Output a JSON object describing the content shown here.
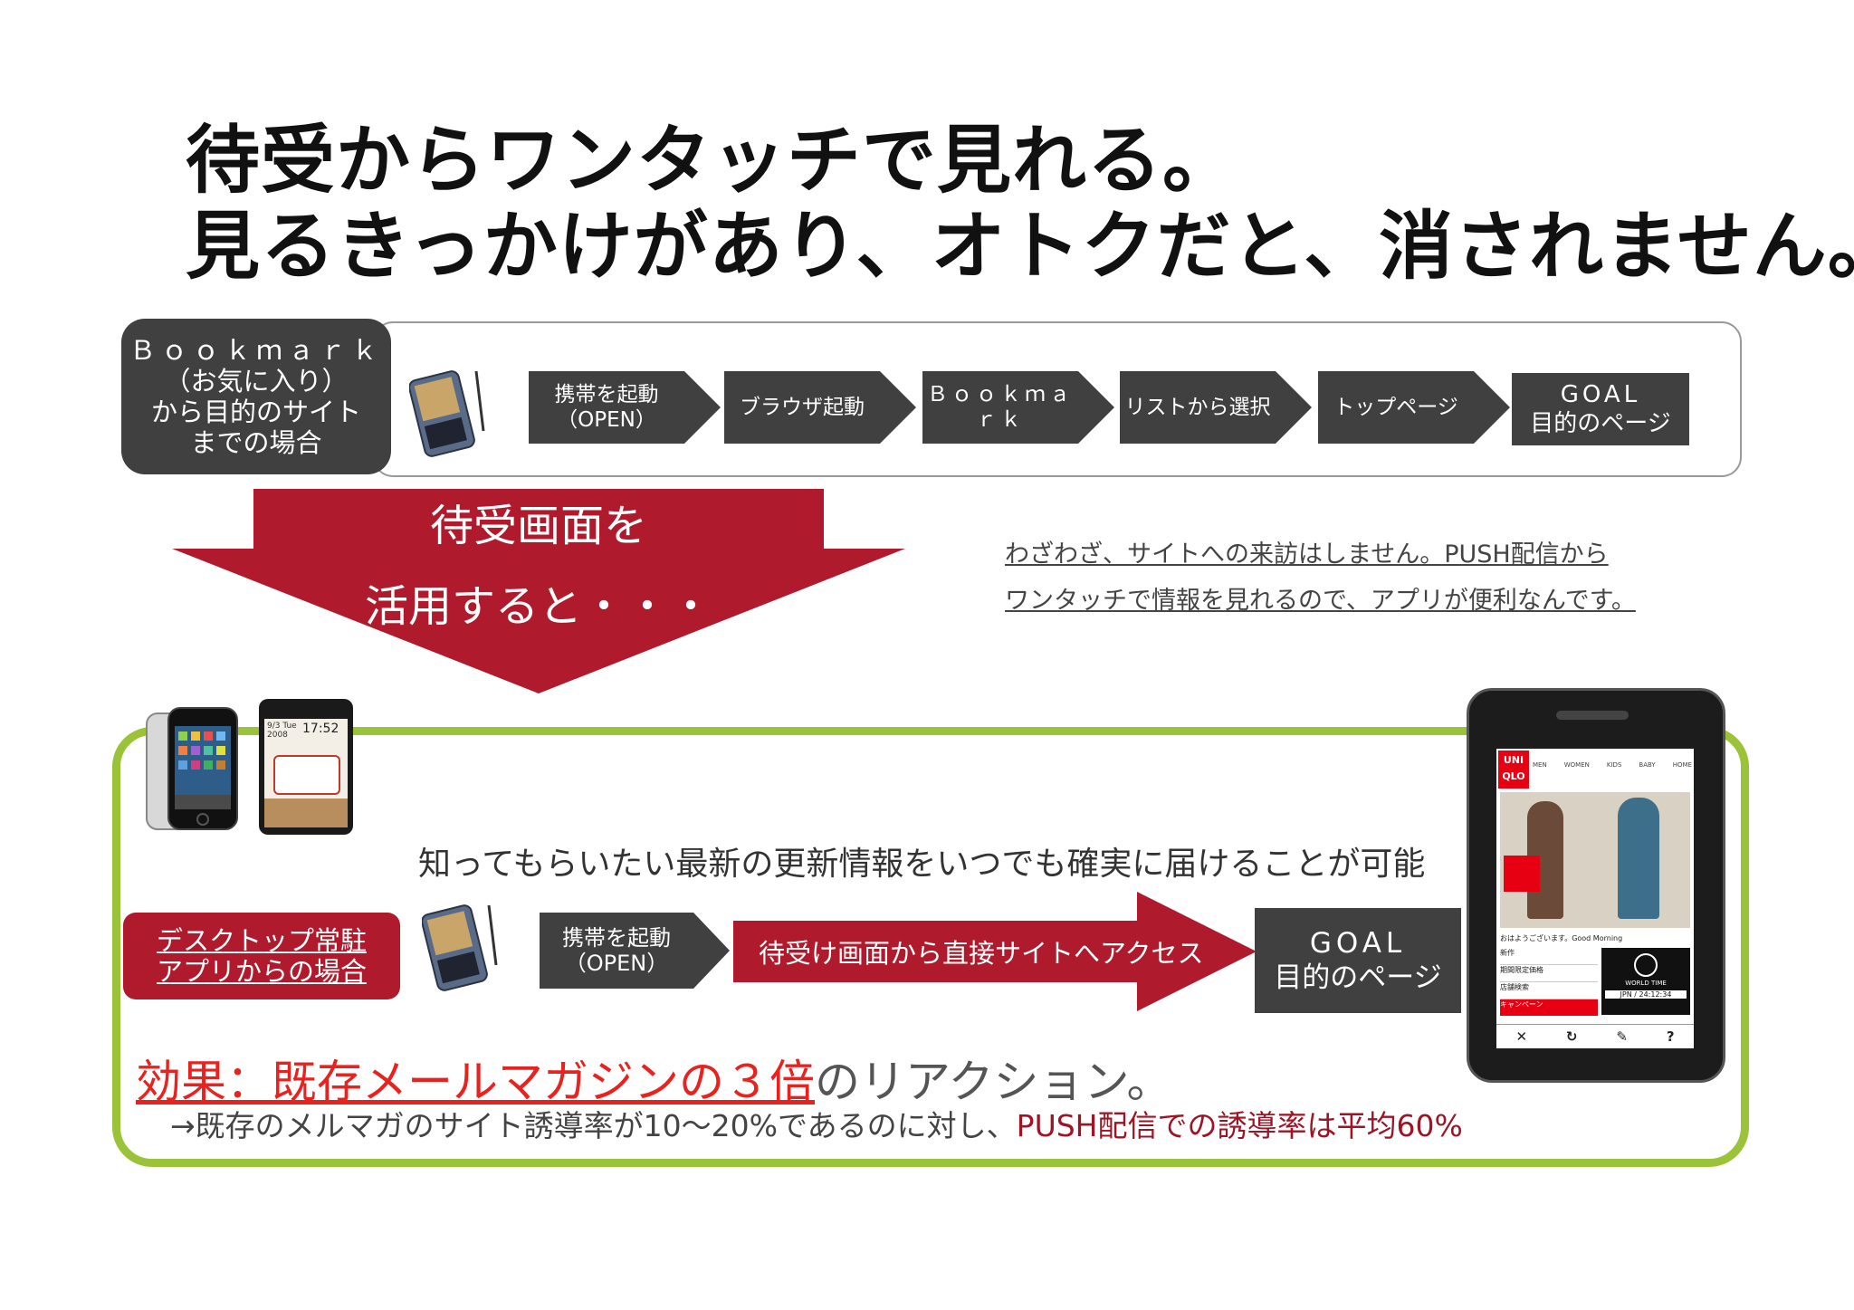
{
  "title": {
    "line1": "待受からワンタッチで見れる。",
    "line2": "見るきっかけがあり、オトクだと、消されません。"
  },
  "bookmark_case": {
    "label_lines": [
      "Ｂｏｏｋｍａｒｋ",
      "（お気に入り）",
      "から目的のサイト",
      "までの場合"
    ],
    "steps": [
      {
        "line1": "携帯を起動",
        "line2": "（OPEN）"
      },
      {
        "line1": "ブラウザ起動",
        "line2": ""
      },
      {
        "line1": "Ｂｏｏｋｍａｒｋ",
        "line2": ""
      },
      {
        "line1": "リストから選択",
        "line2": ""
      },
      {
        "line1": "トップページ",
        "line2": ""
      }
    ],
    "goal": {
      "line1": "GOAL",
      "line2": "目的のページ"
    }
  },
  "transition_arrow": {
    "line1": "待受画面を",
    "line2": "活用すると・・・",
    "color": "#b01a2d"
  },
  "note": {
    "line1": "わざわざ、サイトへの来訪はしません。PUSH配信から",
    "line2": "ワンタッチで情報を見れるので、アプリが便利なんです。"
  },
  "desktop_case": {
    "info": "知ってもらいたい最新の更新情報をいつでも確実に届けることが可能",
    "label_lines": [
      "デスクトップ常駐",
      "アプリからの場合"
    ],
    "step": {
      "line1": "携帯を起動",
      "line2": "（OPEN）"
    },
    "arrow_label": "待受け画面から直接サイトへアクセス",
    "goal": {
      "line1": "GOAL",
      "line2": "目的のページ"
    }
  },
  "effect": {
    "highlight": "効果：既存メールマガジンの３倍",
    "rest": "のリアクション。",
    "detail_prefix": "→既存のメルマガのサイト誘導率が10〜20%であるのに対し、",
    "detail_highlight": "PUSH配信での誘導率は平均60%"
  },
  "small_phone_screen": {
    "date": "9/3 Tue 2008",
    "time": "17:52"
  },
  "uniqlo_phone": {
    "logo_lines": [
      "UNI",
      "QLO"
    ],
    "nav": [
      "MEN",
      "WOMEN",
      "KIDS",
      "BABY",
      "HOME"
    ],
    "greeting": "おはようございます。Good Morning",
    "menu": [
      "新作",
      "期間限定価格",
      "店舗検索",
      "キャンペーン"
    ],
    "world_time_label": "WORLD TIME",
    "world_time_value": "JPN / 24:12:34",
    "bottom_icons": [
      "close-icon",
      "refresh-icon",
      "wrench-icon",
      "help-icon"
    ]
  },
  "colors": {
    "dark_box": "#404040",
    "red": "#b01a2d",
    "green_frame": "#9bc33a",
    "effect_red": "#e8231f"
  }
}
